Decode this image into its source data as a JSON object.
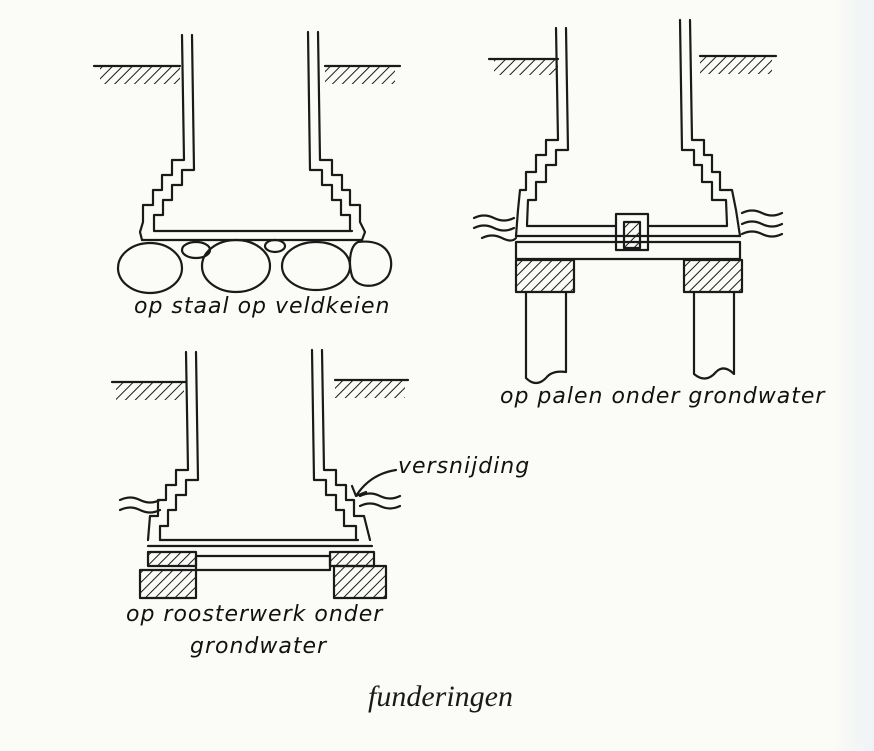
{
  "labels": {
    "staal": "op staal op veldkeien",
    "palen": "op palen onder grondwater",
    "versnijding": "versnijding",
    "rooster_line1": "op roosterwerk onder",
    "rooster_line2": "grondwater"
  },
  "caption": "funderingen",
  "colors": {
    "ink": "#1a1a1a",
    "paper": "#fbfbf7"
  }
}
